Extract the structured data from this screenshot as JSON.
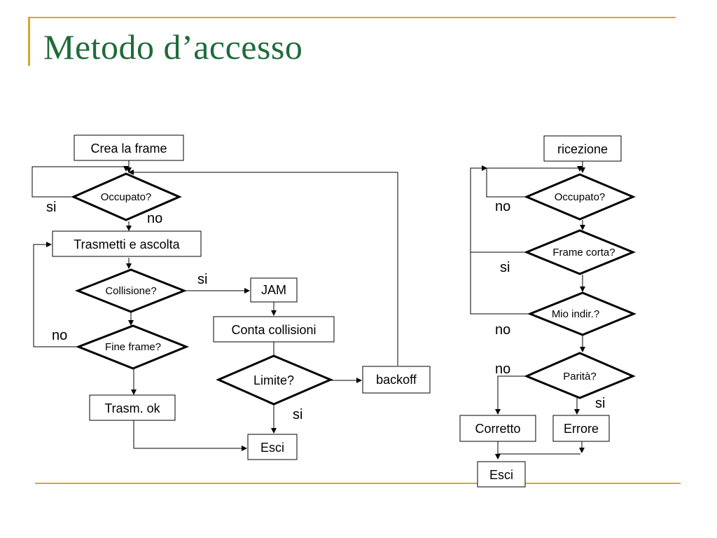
{
  "slide": {
    "title": "Metodo d’accesso"
  },
  "colors": {
    "title": "#1f6b3a",
    "decoration": "#d7a82f"
  },
  "left_flow": {
    "crea_frame": "Crea la frame",
    "occupato": "Occupato?",
    "occupato_si": "si",
    "occupato_no": "no",
    "trasmetti": "Trasmetti e ascolta",
    "collisione": "Collisione?",
    "collisione_si": "si",
    "jam": "JAM",
    "conta": "Conta collisioni",
    "fine_frame": "Fine frame?",
    "fine_no": "no",
    "limite": "Limite?",
    "limite_si": "si",
    "backoff": "backoff",
    "trasm_ok": "Trasm. ok",
    "esci": "Esci"
  },
  "right_flow": {
    "ricezione": "ricezione",
    "occupato": "Occupato?",
    "occupato_no": "no",
    "frame_corta": "Frame corta?",
    "frame_corta_si": "si",
    "mio_indir": "Mio indir.?",
    "mio_indir_no": "no",
    "parita": "Parità?",
    "parita_no": "no",
    "parita_si": "si",
    "corretto": "Corretto",
    "errore": "Errore",
    "esci": "Esci"
  }
}
